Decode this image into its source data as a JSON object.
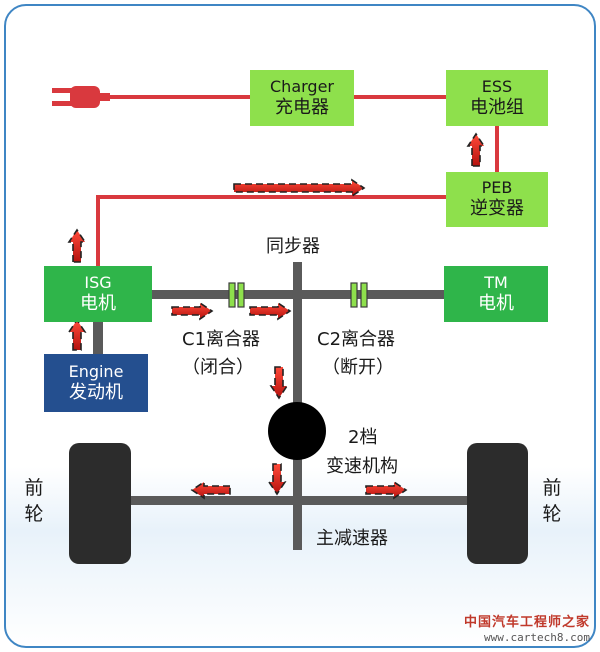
{
  "components": {
    "charger": {
      "en": "Charger",
      "cn": "充电器"
    },
    "ess": {
      "en": "ESS",
      "cn": "电池组"
    },
    "peb": {
      "en": "PEB",
      "cn": "逆变器"
    },
    "isg": {
      "en": "ISG",
      "cn": "电机"
    },
    "tm": {
      "en": "TM",
      "cn": "电机"
    },
    "engine": {
      "en": "Engine",
      "cn": "发动机"
    }
  },
  "labels": {
    "synchronizer": "同步器",
    "c1": "C1离合器",
    "c1_state": "（闭合）",
    "c2": "C2离合器",
    "c2_state": "（断开）",
    "gear_line1": "2档",
    "gear_line2": "变速机构",
    "final_drive": "主减速器",
    "front_wheel_left": "前轮",
    "front_wheel_right": "前轮"
  },
  "watermark": {
    "line1": "中国汽车工程师之家",
    "line2": "www.cartech8.com"
  },
  "colors": {
    "electric_line": "#d9393e",
    "shaft": "#5a5a5a",
    "flow_arrow": "#e0241c",
    "lightgreen_box": "#8ee04c",
    "green_box": "#2fb54a",
    "engine_box": "#244f8f"
  }
}
